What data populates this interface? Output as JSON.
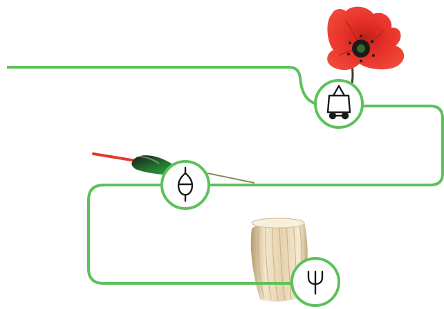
{
  "diagram": {
    "track_color": "#5cc15a",
    "node_fill": "#ffffff",
    "icon_color": "#1a1a1a",
    "stations": [
      {
        "id": "cart",
        "icon": "shopping-cart-icon",
        "illustration": "red-poppy-flower"
      },
      {
        "id": "float",
        "icon": "fishing-float-icon",
        "illustration": "fishing-float"
      },
      {
        "id": "fork",
        "icon": "trident-fork-icon",
        "illustration": "rigatoni-pasta"
      }
    ]
  },
  "colors": {
    "poppy_red": "#e8322a",
    "poppy_center": "#1b1b1b",
    "float_green": "#2e9b3a",
    "float_tip": "#e23a2a",
    "pasta": "#e8d4b2"
  }
}
